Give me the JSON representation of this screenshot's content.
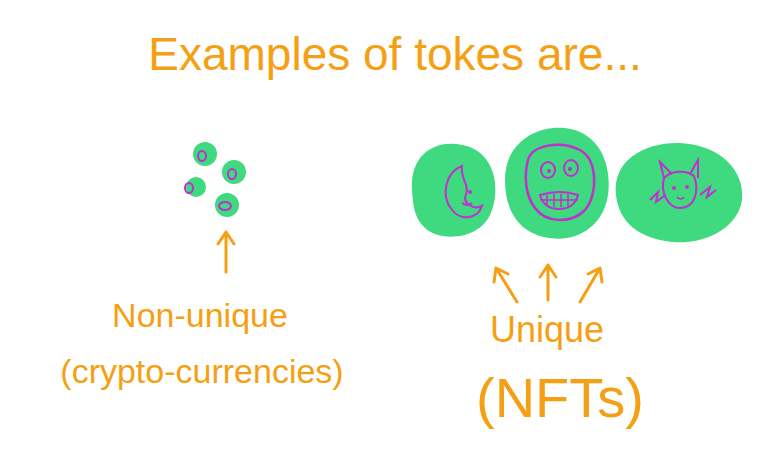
{
  "diagram": {
    "title": "Examples of tokes are...",
    "labels": [
      "Non-unique",
      "(crypto-currencies)",
      "Unique",
      "(NFTs)"
    ]
  }
}
